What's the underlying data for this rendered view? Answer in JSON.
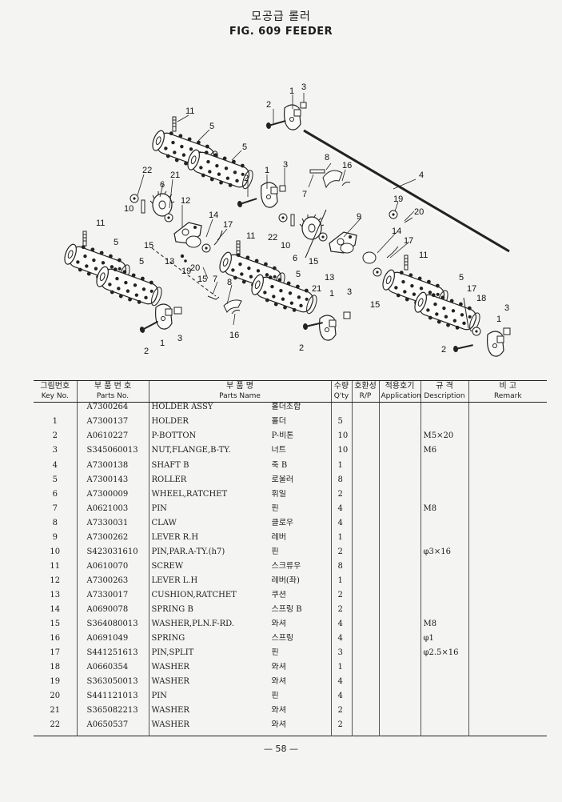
{
  "header": {
    "title_ko": "모공급 롤러",
    "fig_title": "FIG. 609   FEEDER"
  },
  "diagram": {
    "callouts": [
      "1",
      "2",
      "3",
      "4",
      "5",
      "6",
      "7",
      "8",
      "9",
      "10",
      "11",
      "12",
      "13",
      "14",
      "15",
      "16",
      "17",
      "18",
      "19",
      "20",
      "21",
      "22"
    ]
  },
  "table": {
    "headers": {
      "key_ko": "그림번호",
      "key_en": "Key No.",
      "parts_no_ko": "부 품 번 호",
      "parts_no_en": "Parts No.",
      "name_ko": "부     품     명",
      "name_en": "Parts     Name",
      "qty_ko": "수량",
      "qty_en": "Q'ty",
      "rp_ko": "호환성",
      "rp_en": "R/P",
      "app_ko": "적용호기",
      "app_en": "Application",
      "desc_ko": "규   격",
      "desc_en": "Description",
      "remark_ko": "비       고",
      "remark_en": "Remark"
    },
    "rows": [
      {
        "key": "",
        "part": "A7300264",
        "name": "HOLDER ASSY",
        "name_ko": "홀더조합",
        "qty": "",
        "desc": ""
      },
      {
        "key": "1",
        "part": "A7300137",
        "name": "HOLDER",
        "name_ko": "홀더",
        "qty": "5",
        "desc": ""
      },
      {
        "key": "2",
        "part": "A0610227",
        "name": "P-BOTTON",
        "name_ko": "P-비톤",
        "qty": "10",
        "desc": "M5×20"
      },
      {
        "key": "3",
        "part": "S345060013",
        "name": "NUT,FLANGE,B-TY.",
        "name_ko": "너트",
        "qty": "10",
        "desc": "M6"
      },
      {
        "key": "4",
        "part": "A7300138",
        "name": "SHAFT B",
        "name_ko": "축 B",
        "qty": "1",
        "desc": ""
      },
      {
        "key": "5",
        "part": "A7300143",
        "name": "ROLLER",
        "name_ko": "로울러",
        "qty": "8",
        "desc": ""
      },
      {
        "key": "6",
        "part": "A7300009",
        "name": "WHEEL,RATCHET",
        "name_ko": "휘일",
        "qty": "2",
        "desc": ""
      },
      {
        "key": "7",
        "part": "A0621003",
        "name": "PIN",
        "name_ko": "핀",
        "qty": "4",
        "desc": "M8"
      },
      {
        "key": "8",
        "part": "A7330031",
        "name": "CLAW",
        "name_ko": "클로우",
        "qty": "4",
        "desc": ""
      },
      {
        "key": "9",
        "part": "A7300262",
        "name": "LEVER R.H",
        "name_ko": "레버",
        "qty": "1",
        "desc": ""
      },
      {
        "key": "10",
        "part": "S423031610",
        "name": "PIN,PAR.A-TY.(h7)",
        "name_ko": "핀",
        "qty": "2",
        "desc": "φ3×16"
      },
      {
        "key": "11",
        "part": "A0610070",
        "name": "SCREW",
        "name_ko": "스크류우",
        "qty": "8",
        "desc": ""
      },
      {
        "key": "12",
        "part": "A7300263",
        "name": "LEVER L.H",
        "name_ko": "레버(좌)",
        "qty": "1",
        "desc": ""
      },
      {
        "key": "13",
        "part": "A7330017",
        "name": "CUSHION,RATCHET",
        "name_ko": "쿠션",
        "qty": "2",
        "desc": ""
      },
      {
        "key": "14",
        "part": "A0690078",
        "name": "SPRING B",
        "name_ko": "스프링  B",
        "qty": "2",
        "desc": ""
      },
      {
        "key": "15",
        "part": "S364080013",
        "name": "WASHER,PLN.F-RD.",
        "name_ko": "와셔",
        "qty": "4",
        "desc": "M8"
      },
      {
        "key": "16",
        "part": "A0691049",
        "name": "SPRING",
        "name_ko": "스프링",
        "qty": "4",
        "desc": "φ1"
      },
      {
        "key": "17",
        "part": "S441251613",
        "name": "PIN,SPLIT",
        "name_ko": "핀",
        "qty": "3",
        "desc": "φ2.5×16"
      },
      {
        "key": "18",
        "part": "A0660354",
        "name": "WASHER",
        "name_ko": "와셔",
        "qty": "1",
        "desc": ""
      },
      {
        "key": "19",
        "part": "S363050013",
        "name": "WASHER",
        "name_ko": "와셔",
        "qty": "4",
        "desc": ""
      },
      {
        "key": "20",
        "part": "S441121013",
        "name": "PIN",
        "name_ko": "핀",
        "qty": "4",
        "desc": ""
      },
      {
        "key": "21",
        "part": "S365082213",
        "name": "WASHER",
        "name_ko": "와셔",
        "qty": "2",
        "desc": ""
      },
      {
        "key": "22",
        "part": "A0650537",
        "name": "WASHER",
        "name_ko": "와셔",
        "qty": "2",
        "desc": ""
      }
    ]
  },
  "footer": {
    "page_number": "— 58 —"
  }
}
